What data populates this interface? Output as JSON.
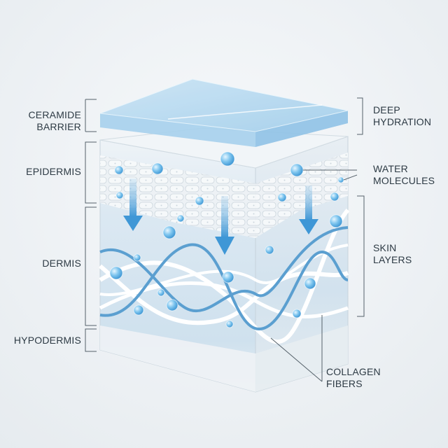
{
  "labels": {
    "ceramide_barrier": [
      "CERAMIDE",
      "BARRIER"
    ],
    "epidermis": "EPIDERMIS",
    "dermis": "DERMIS",
    "hypodermis": "HYPODERMIS",
    "deep_hydration": [
      "DEEP",
      "HYDRATION"
    ],
    "water_molecules": [
      "WATER",
      "MOLECULES"
    ],
    "skin_layers": [
      "SKIN",
      "LAYERS"
    ],
    "collagen_fibers": [
      "COLLAGEN",
      "FIBERS"
    ]
  },
  "colors": {
    "water": "#4fa8dc",
    "fiber_blue": "#5b9fd0",
    "barrier": "#a9d3ee",
    "text": "#2d3a44"
  }
}
